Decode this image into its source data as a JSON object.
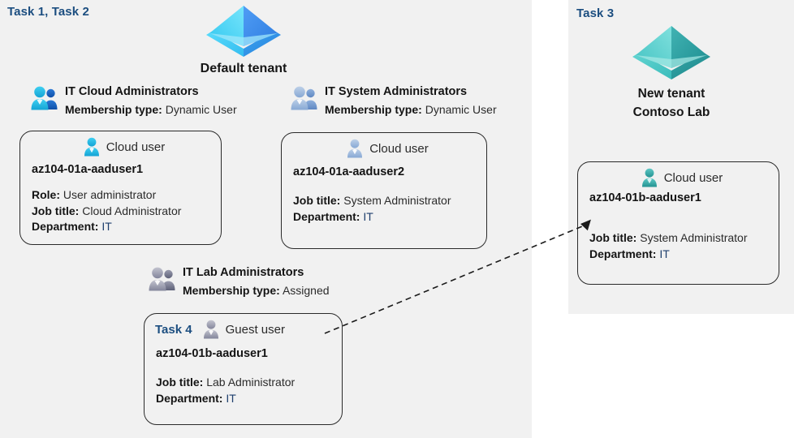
{
  "colors": {
    "panel_bg": "#f1f1f1",
    "page_bg": "#ffffff",
    "task_label": "#1c4e80",
    "card_border": "#2a2a2a",
    "tenant_blue_light": "#4fd4f7",
    "tenant_blue_dark": "#3f8df0",
    "tenant_teal_light": "#5fd0cf",
    "tenant_teal_dark": "#2f9a9a",
    "person_cyan": "#23bdea",
    "person_blue": "#1565c0",
    "person_steelblue": "#a8c0e0",
    "person_grey": "#9a9aa8",
    "value_it": "#1f3f6e"
  },
  "left_panel": {
    "task_label": "Task 1, Task 2",
    "tenant": {
      "icon": "azure-tenant-icon",
      "caption": "Default tenant"
    },
    "groups": [
      {
        "id": "it-cloud-administrators",
        "icon": "group-users-icon",
        "title": "IT Cloud Administrators",
        "meta_label": "Membership type:",
        "meta_value": "Dynamic User"
      },
      {
        "id": "it-system-administrators",
        "icon": "group-users-icon",
        "title": "IT System Administrators",
        "meta_label": "Membership type:",
        "meta_value": "Dynamic User"
      },
      {
        "id": "it-lab-administrators",
        "icon": "group-users-icon",
        "title": "IT Lab Administrators",
        "meta_label": "Membership type:",
        "meta_value": "Assigned"
      }
    ],
    "cards": [
      {
        "id": "az104-01a-aaduser1",
        "head_icon": "cloud-user-icon",
        "head_label": "Cloud user",
        "user": "az104-01a-aaduser1",
        "attrs": [
          {
            "label": "Role:",
            "value": "User administrator"
          },
          {
            "label": "Job title:",
            "value": "Cloud Administrator"
          },
          {
            "label": "Department:",
            "value": "IT"
          }
        ]
      },
      {
        "id": "az104-01a-aaduser2",
        "head_icon": "cloud-user-icon",
        "head_label": "Cloud user",
        "user": "az104-01a-aaduser2",
        "attrs": [
          {
            "label": "Job title:",
            "value": "System Administrator"
          },
          {
            "label": "Department:",
            "value": "IT"
          }
        ]
      },
      {
        "id": "az104-01b-aaduser1-guest",
        "task_inline": "Task 4",
        "head_icon": "guest-user-icon",
        "head_label": "Guest user",
        "user": "az104-01b-aaduser1",
        "attrs": [
          {
            "label": "Job title:",
            "value": "Lab Administrator"
          },
          {
            "label": "Department:",
            "value": "IT"
          }
        ]
      }
    ]
  },
  "right_panel": {
    "task_label": "Task 3",
    "tenant": {
      "icon": "azure-tenant-icon",
      "caption_line1": "New  tenant",
      "caption_line2": "Contoso Lab"
    },
    "card": {
      "id": "az104-01b-aaduser1",
      "head_icon": "cloud-user-icon",
      "head_label": "Cloud user",
      "user": "az104-01b-aaduser1",
      "attrs": [
        {
          "label": "Job title:",
          "value": "System Administrator"
        },
        {
          "label": "Department:",
          "value": "IT"
        }
      ]
    }
  },
  "connector": {
    "name": "guest-user-invite-arrow",
    "style": "dashed",
    "from": "az104-01b-aaduser1-guest-card",
    "to": "az104-01b-aaduser1-card"
  }
}
